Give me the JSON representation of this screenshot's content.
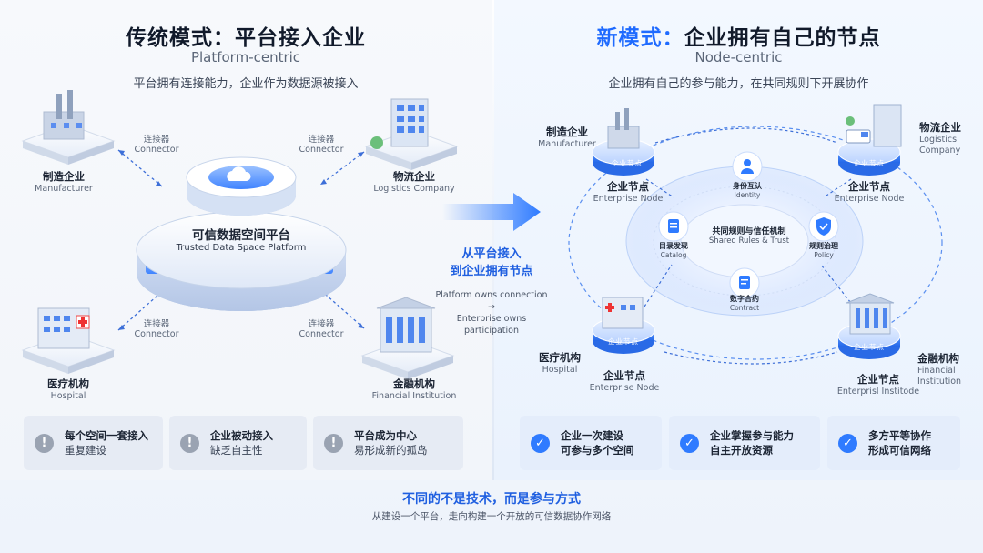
{
  "left": {
    "title": "传统模式：平台接入企业",
    "subtitle": "Platform-centric",
    "desc": "平台拥有连接能力，企业作为数据源被接入",
    "platform": {
      "cn": "可信数据空间平台",
      "en": "Trusted Data Space Platform"
    },
    "connector": {
      "cn": "连接器",
      "en": "Connector"
    },
    "nodes": [
      {
        "cn": "制造企业",
        "en": "Manufacturer"
      },
      {
        "cn": "物流企业",
        "en": "Logistics Company"
      },
      {
        "cn": "医疗机构",
        "en": "Hospital"
      },
      {
        "cn": "金融机构",
        "en": "Financial Institution"
      }
    ],
    "boxes": [
      {
        "l1": "每个空间一套接入",
        "l2": "重复建设"
      },
      {
        "l1": "企业被动接入",
        "l2": "缺乏自主性"
      },
      {
        "l1": "平台成为中心",
        "l2": "易形成新的孤岛"
      }
    ],
    "box_icon": "!"
  },
  "middle": {
    "cn1": "从平台接入",
    "cn2": "到企业拥有节点",
    "en1": "Platform owns connection",
    "arrow": "→",
    "en2": "Enterprise owns",
    "en3": "participation"
  },
  "right": {
    "title_accent": "新模式：",
    "title_rest": "企业拥有自己的节点",
    "subtitle": "Node-centric",
    "desc": "企业拥有自己的参与能力，在共同规则下开展协作",
    "pill": "企业节点",
    "enterprise_node": {
      "cn": "企业节点",
      "en": "Enterprise Node"
    },
    "enterprise_node_typo": {
      "cn": "企业节点",
      "en": "Enterprisl Institode"
    },
    "orgs": [
      {
        "cn": "制造企业",
        "en": "Manufacturer"
      },
      {
        "cn": "物流企业",
        "en1": "Logistics",
        "en2": "Company"
      },
      {
        "cn": "医疗机构",
        "en": "Hospital"
      },
      {
        "cn": "金融机构",
        "en1": "Financial",
        "en2": "Institution"
      }
    ],
    "center": {
      "cn": "共同规则与信任机制",
      "en": "Shared Rules & Trust"
    },
    "modules": [
      {
        "cn": "身份互认",
        "en": "Identity"
      },
      {
        "cn": "目录发现",
        "en": "Catalog"
      },
      {
        "cn": "规则治理",
        "en": "Policy"
      },
      {
        "cn": "数字合约",
        "en": "Contract"
      }
    ],
    "boxes": [
      {
        "l1": "企业一次建设",
        "l2": "可参与多个空间"
      },
      {
        "l1": "企业掌握参与能力",
        "l2": "自主开放资源"
      },
      {
        "l1": "多方平等协作",
        "l2": "形成可信网络"
      }
    ],
    "box_icon": "✓"
  },
  "footer": {
    "main": "不同的不是技术，而是参与方式",
    "sub": "从建设一个平台，走向构建一个开放的可信数据协作网络"
  },
  "colors": {
    "accent": "#1f6bff",
    "blue_dark": "#1f5fe0",
    "grey_icon": "#9aa3b2"
  }
}
